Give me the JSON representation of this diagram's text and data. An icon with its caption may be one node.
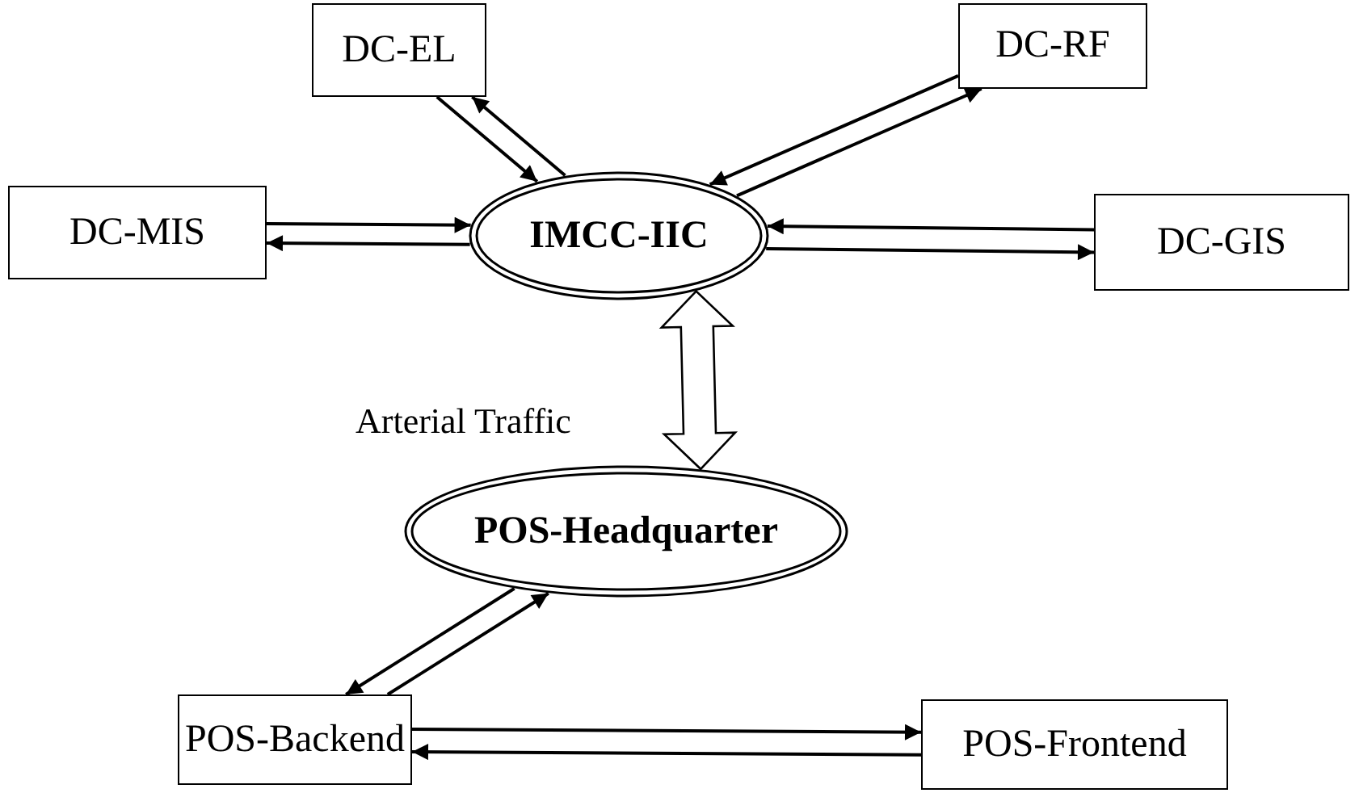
{
  "diagram": {
    "nodes": [
      {
        "text": [
          "DC-EL"
        ]
      },
      {
        "text": [
          "DC-RF"
        ]
      },
      {
        "text": [
          "DC-MIS"
        ]
      },
      {
        "text": [
          "IMCC-IIC"
        ]
      },
      {
        "text": [
          "DC-GIS"
        ]
      },
      {
        "text": [
          "POS-Headquarter"
        ]
      },
      {
        "text": [
          "POS-Backend"
        ]
      },
      {
        "text": [
          "POS-Frontend"
        ]
      }
    ],
    "edges": [
      {
        "from": 3,
        "to": 0,
        "arrow": "to"
      },
      {
        "from": 0,
        "to": 3,
        "arrow": "to"
      },
      {
        "from": 3,
        "to": 1,
        "arrow": "to"
      },
      {
        "from": 1,
        "to": 3,
        "arrow": "to"
      },
      {
        "from": 2,
        "to": 3,
        "arrow": "to"
      },
      {
        "from": 3,
        "to": 2,
        "arrow": "to"
      },
      {
        "from": 4,
        "to": 3,
        "arrow": "to"
      },
      {
        "from": 3,
        "to": 4,
        "arrow": "to"
      },
      {
        "from": 3,
        "to": 5,
        "arrow": "both",
        "style": "thick",
        "label": "Arterial Traffic"
      },
      {
        "from": 6,
        "to": 5,
        "arrow": "to"
      },
      {
        "from": 5,
        "to": 6,
        "arrow": "to"
      },
      {
        "from": 6,
        "to": 7,
        "arrow": "to"
      },
      {
        "from": 7,
        "to": 6,
        "arrow": "to"
      }
    ]
  }
}
